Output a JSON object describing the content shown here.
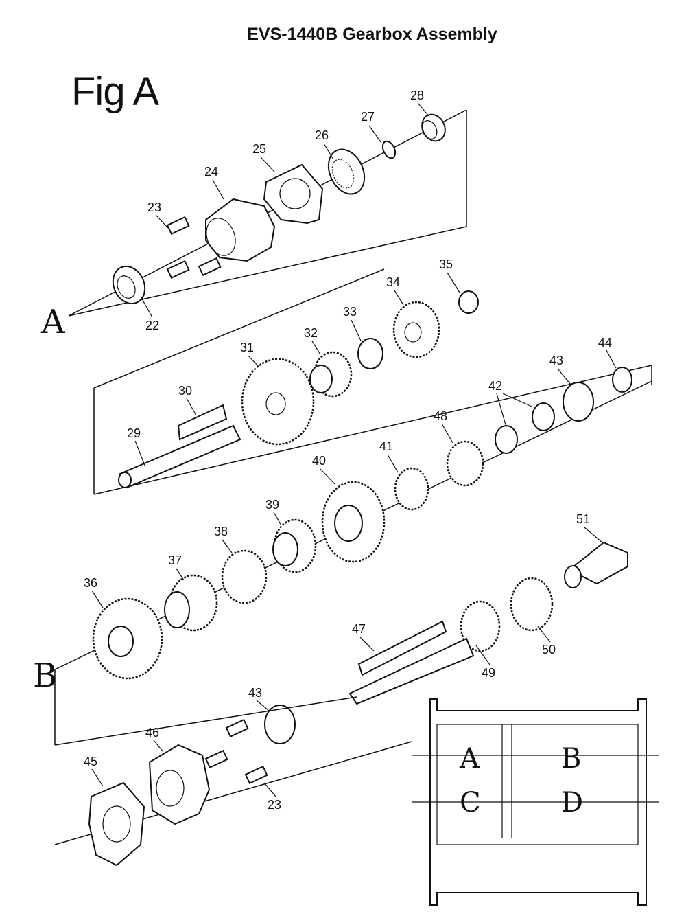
{
  "title": "EVS-1440B Gearbox Assembly",
  "figure_label": "Fig A",
  "section_labels": [
    "A",
    "B"
  ],
  "part_numbers": [
    "22",
    "23",
    "24",
    "25",
    "26",
    "27",
    "28",
    "29",
    "30",
    "31",
    "32",
    "33",
    "34",
    "35",
    "36",
    "37",
    "38",
    "39",
    "40",
    "41",
    "42",
    "43",
    "44",
    "45",
    "46",
    "47",
    "48",
    "49",
    "50",
    "51",
    "43",
    "23"
  ],
  "reference_grid": {
    "labels": [
      "A",
      "B",
      "C",
      "D"
    ]
  }
}
